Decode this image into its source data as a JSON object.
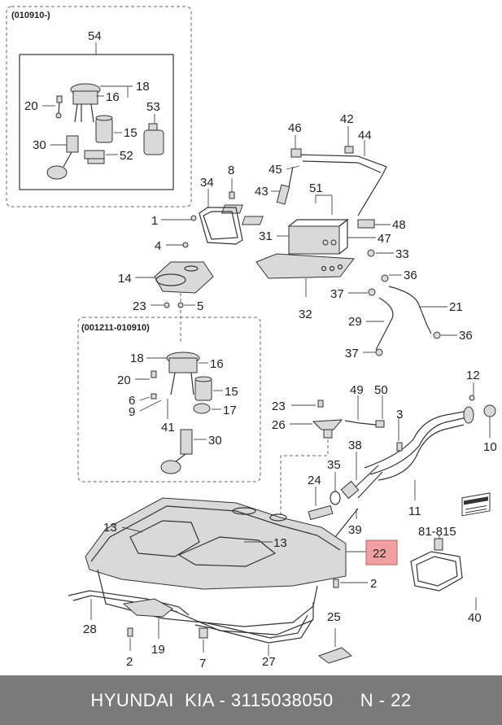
{
  "diagram": {
    "groups": {
      "upper_box": "(010910-)",
      "lower_box": "(001211-010910)"
    },
    "labels": {
      "l54": "54",
      "l18a": "18",
      "l16a": "16",
      "l20a": "20",
      "l53": "53",
      "l15a": "15",
      "l30a": "30",
      "l52": "52",
      "l46": "46",
      "l42": "42",
      "l44": "44",
      "l45": "45",
      "l43": "43",
      "l51": "51",
      "l48": "48",
      "l31": "31",
      "l47": "47",
      "l33": "33",
      "l32": "32",
      "l34": "34",
      "l8": "8",
      "l1": "1",
      "l4": "4",
      "l14": "14",
      "l23a": "23",
      "l5": "5",
      "l36a": "36",
      "l37a": "37",
      "l21": "21",
      "l29": "29",
      "l36b": "36",
      "l37b": "37",
      "l18b": "18",
      "l16b": "16",
      "l20b": "20",
      "l15b": "15",
      "l6": "6",
      "l9": "9",
      "l17": "17",
      "l41": "41",
      "l30b": "30",
      "l12": "12",
      "l49": "49",
      "l50": "50",
      "l23b": "23",
      "l3": "3",
      "l26": "26",
      "l10": "10",
      "l38": "38",
      "l35": "35",
      "l24": "24",
      "l39": "39",
      "l11": "11",
      "l13a": "13",
      "l13b": "13",
      "l22": "22",
      "l81815": "81-815",
      "l2a": "2",
      "l40": "40",
      "l25": "25",
      "l28": "28",
      "l19": "19",
      "l2b": "2",
      "l7": "7",
      "l27": "27"
    },
    "highlight_color": "#f0a0a0"
  },
  "footer": {
    "text": "HYUNDAI  KIA - 3115038050     N - 22"
  }
}
